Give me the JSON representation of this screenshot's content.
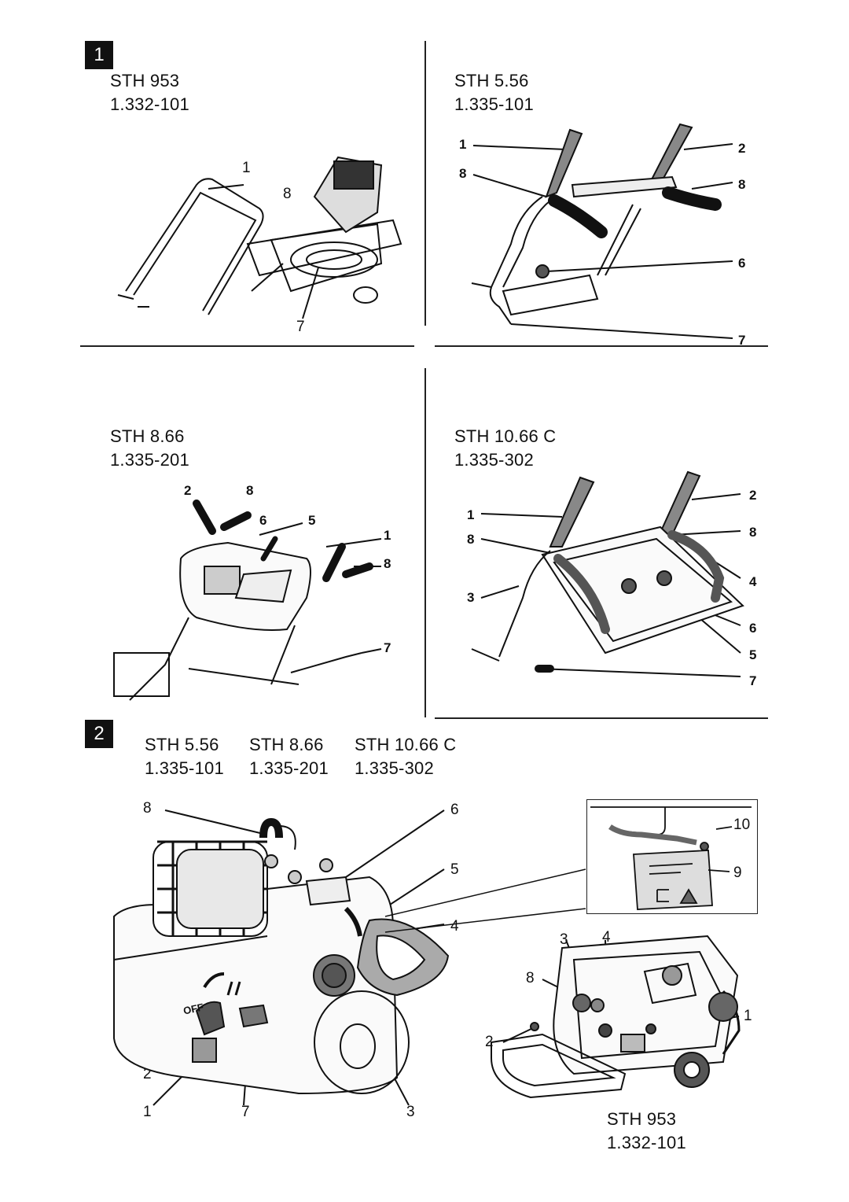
{
  "section1": {
    "badge": "1",
    "panels": [
      {
        "model": "STH 953",
        "part": "1.332-101",
        "callouts": [
          "1",
          "8",
          "7"
        ]
      },
      {
        "model": "STH 5.56",
        "part": "1.335-101",
        "callouts": [
          "1",
          "2",
          "8",
          "8",
          "6",
          "7"
        ]
      },
      {
        "model": "STH 8.66",
        "part": "1.335-201",
        "callouts": [
          "2",
          "8",
          "6",
          "5",
          "1",
          "8",
          "7"
        ]
      },
      {
        "model": "STH 10.66 C",
        "part": "1.335-302",
        "callouts": [
          "2",
          "1",
          "8",
          "8",
          "4",
          "3",
          "6",
          "5",
          "7"
        ]
      }
    ]
  },
  "section2": {
    "badge": "2",
    "models": [
      {
        "model": "STH 5.56",
        "part": "1.335-101"
      },
      {
        "model": "STH 8.66",
        "part": "1.335-201"
      },
      {
        "model": "STH 10.66 C",
        "part": "1.335-302"
      }
    ],
    "engine_callouts": [
      "8",
      "6",
      "5",
      "4",
      "2",
      "1",
      "7",
      "3"
    ],
    "inset_callouts": [
      "10",
      "9"
    ],
    "machine_callouts": [
      "3",
      "4",
      "8",
      "1",
      "2"
    ],
    "machine_model": "STH 953",
    "machine_part": "1.332-101",
    "engine_labels": {
      "off": "OFF"
    }
  }
}
